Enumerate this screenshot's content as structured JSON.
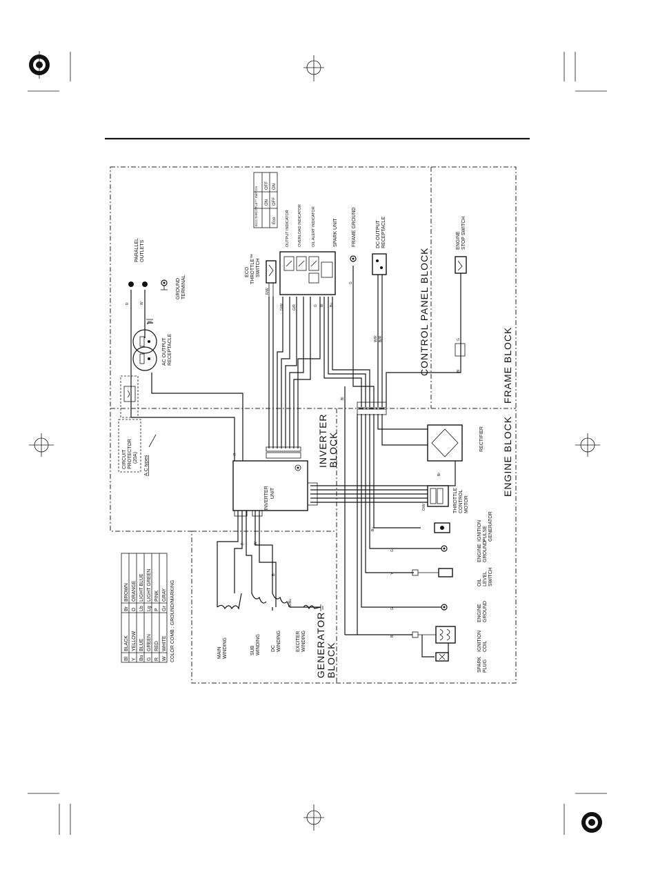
{
  "blocks": {
    "control_panel": "CONTROL PANEL BLOCK",
    "frame": "FRAME BLOCK",
    "inverter": [
      "INVERTER",
      "BLOCK"
    ],
    "engine": "ENGINE BLOCK",
    "generator": [
      "GENERATOR",
      "BLOCK"
    ]
  },
  "components": {
    "parallel_outlets": [
      "PARALLEL",
      "OUTLETS"
    ],
    "ground_terminal": [
      "GROUND",
      "TERMINAL"
    ],
    "ac_output_receptacle": [
      "AC OUTPUT",
      "RECEPTACLE"
    ],
    "circuit_protector": [
      "CIRCUIT",
      "PROTECTOR",
      "(20A)"
    ],
    "ac_types": "A.C types",
    "eco_throttle_switch": [
      "ECO",
      "THROTTLE™",
      "SWITCH"
    ],
    "output_indicator": "OUTPUT INDICATOR",
    "overload_indicator": "OVERLOAD INDICATOR",
    "oil_alert_indicator": "OIL ALERT INDICATOR",
    "spark_unit": "SPARK UNIT",
    "frame_ground": "FRAME GROUND",
    "dc_output_receptacle": [
      "DC OUTPUT",
      "RECEPTACLE"
    ],
    "engine_stop_switch": [
      "ENGINE",
      "STOP SWITCH"
    ],
    "inverter_unit": [
      "INVERTER",
      "UNIT"
    ],
    "rectifier": "RECTIFIER",
    "throttle_control_motor": [
      "THROTTLE",
      "CONTROL",
      "MOTOR"
    ],
    "ignition_pulse_generator": [
      "IGNITION",
      "PULSE",
      "GENERATOR"
    ],
    "engine_ground_1": [
      "ENGINE",
      "GROUND"
    ],
    "oil_level_switch": [
      "OIL",
      "LEVEL",
      "SWITCH"
    ],
    "engine_ground_2": [
      "ENGINE",
      "GROUND"
    ],
    "ignition_coil": [
      "IGNITION",
      "COIL"
    ],
    "spark_plug": [
      "SPARK",
      "PLUG"
    ],
    "main_winding": [
      "MAIN",
      "WINDING"
    ],
    "sub_winding": [
      "SUB",
      "WINDING"
    ],
    "dc_winding": [
      "DC",
      "WINDING"
    ],
    "exciter_winding": [
      "EXCITER",
      "WINDING"
    ]
  },
  "eco_table": {
    "header": "ECO THROTTLE™ SWITCH",
    "rows": [
      [
        "",
        "ON",
        "OFF"
      ],
      [
        "Eco",
        "OFF",
        "ON"
      ]
    ]
  },
  "color_legend": {
    "rows": [
      [
        "Bl",
        "BLACK",
        "Br",
        "BROWN"
      ],
      [
        "Y",
        "YELLOW",
        "O",
        "ORANGE"
      ],
      [
        "Bu",
        "BLUE",
        "Lb",
        "LIGHT BLUE"
      ],
      [
        "G",
        "GREEN",
        "Lg",
        "LIGHT GREEN"
      ],
      [
        "R",
        "RED",
        "P",
        "PINK"
      ],
      [
        "W",
        "WHITE",
        "Gr",
        "GRAY"
      ]
    ],
    "footer": "COLOR COMB : GROUND/MARKING"
  },
  "wire_labels": {
    "r": "R",
    "w": "W",
    "g": "G",
    "bl": "Bl",
    "br": "Br",
    "y": "Y",
    "bu": "Bu",
    "rw": "R/W",
    "gw": "G/W",
    "gr": "G/R",
    "blbu": "Bl/Bu",
    "wr": "W/R",
    "blr": "Bl/R",
    "ow": "O/W"
  }
}
